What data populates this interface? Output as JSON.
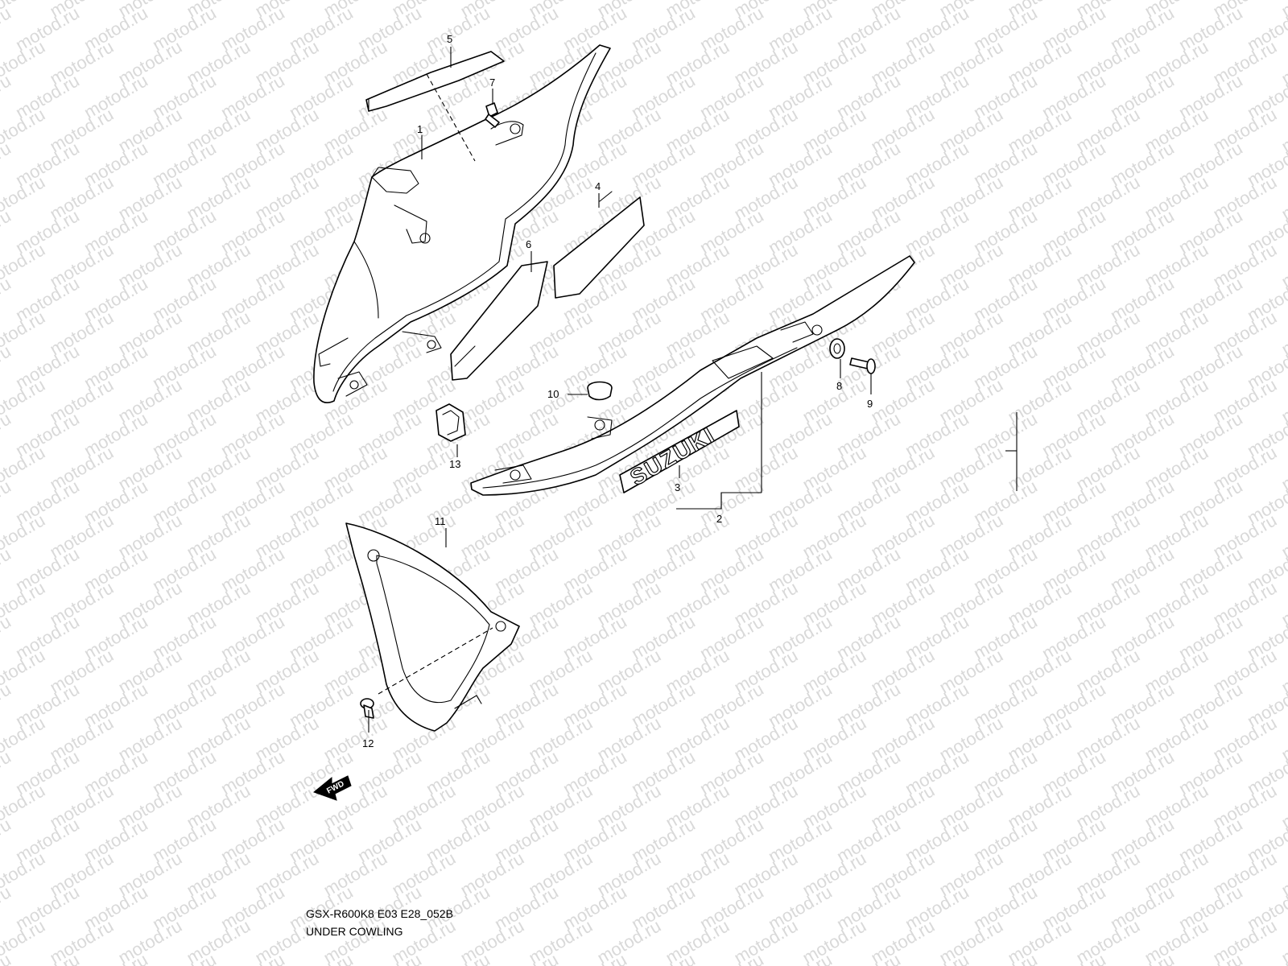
{
  "watermark": "motod.ru",
  "callouts": [
    {
      "id": "1",
      "label": "1"
    },
    {
      "id": "2",
      "label": "2"
    },
    {
      "id": "3",
      "label": "3"
    },
    {
      "id": "4",
      "label": "4"
    },
    {
      "id": "5",
      "label": "5"
    },
    {
      "id": "6",
      "label": "6"
    },
    {
      "id": "7",
      "label": "7"
    },
    {
      "id": "8",
      "label": "8"
    },
    {
      "id": "9",
      "label": "9"
    },
    {
      "id": "10",
      "label": "10"
    },
    {
      "id": "11",
      "label": "11"
    },
    {
      "id": "12",
      "label": "12"
    },
    {
      "id": "13",
      "label": "13"
    }
  ],
  "emblem_text": "SUZUKI",
  "direction_marker": "FWD",
  "caption": {
    "code": "GSX-R600K8 E03 E28_052B",
    "title": "UNDER COWLING"
  },
  "colors": {
    "line": "#000000",
    "watermark": "#d9d9d9",
    "background": "#ffffff"
  }
}
